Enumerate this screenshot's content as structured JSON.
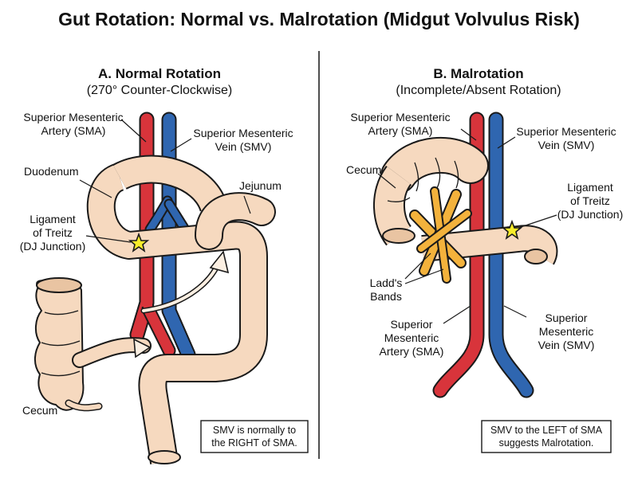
{
  "title": "Gut Rotation: Normal vs. Malrotation (Midgut Volvulus Risk)",
  "colors": {
    "artery": "#d8343b",
    "vein": "#2f66b0",
    "bowel": "#f6d9bf",
    "bowel_shade": "#e9c4a2",
    "ladds": "#f3b23c",
    "star": "#f7ec2a",
    "outline": "#1a1a1a"
  },
  "panel_a": {
    "title": "A. Normal Rotation",
    "subtitle": "(270° Counter-Clockwise)",
    "labels": {
      "sma_1": "Superior Mesenteric",
      "sma_2": "Artery (SMA)",
      "smv_1": "Superior Mesenteric",
      "smv_2": "Vein (SMV)",
      "duodenum": "Duodenum",
      "jejunum": "Jejunum",
      "treitz_1": "Ligament",
      "treitz_2": "of Treitz",
      "treitz_3": "(DJ Junction)",
      "cecum": "Cecum"
    },
    "note_1": "SMV is normally to",
    "note_2": "the RIGHT of SMA."
  },
  "panel_b": {
    "title": "B. Malrotation",
    "subtitle": "(Incomplete/Absent Rotation)",
    "labels": {
      "sma_top_1": "Superior Mesenteric",
      "sma_top_2": "Artery (SMA)",
      "smv_top_1": "Superior Mesenteric",
      "smv_top_2": "Vein (SMV)",
      "cecum": "Cecum",
      "treitz_1": "Ligament",
      "treitz_2": "of Treitz",
      "treitz_3": "(DJ Junction)",
      "ladds_1": "Ladd's",
      "ladds_2": "Bands",
      "sma_bot_1": "Superior",
      "sma_bot_2": "Mesenteric",
      "sma_bot_3": "Artery (SMA)",
      "smv_bot_1": "Superior",
      "smv_bot_2": "Mesenteric",
      "smv_bot_3": "Vein (SMV)"
    },
    "note_1": "SMV to the LEFT of SMA",
    "note_2": "suggests Malrotation."
  }
}
